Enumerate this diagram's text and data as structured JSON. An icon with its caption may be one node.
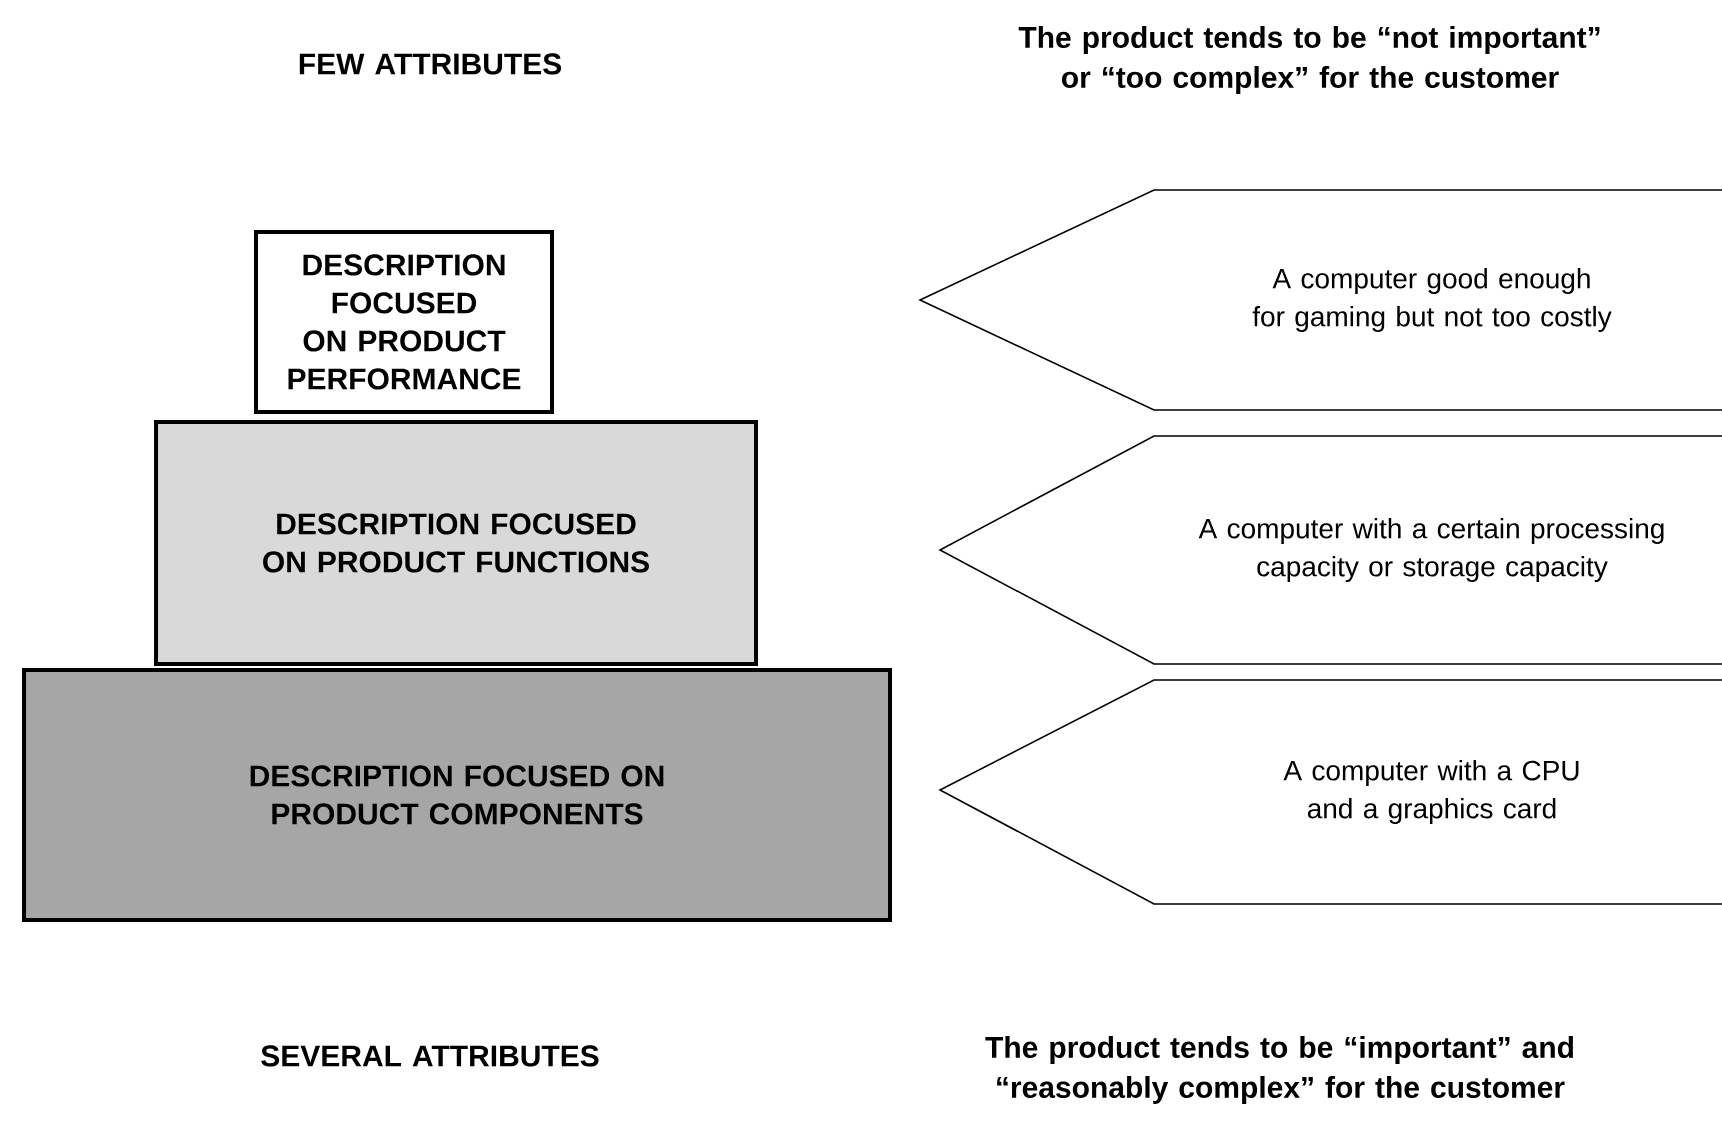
{
  "diagram": {
    "nodes": [
      {
        "text": [
          "DESCRIPTION FOCUSED ON PRODUCT PERFORMANCE"
        ]
      },
      {
        "text": [
          "DESCRIPTION FOCUSED ON PRODUCT FUNCTIONS"
        ]
      },
      {
        "text": [
          "DESCRIPTION FOCUSED ON PRODUCT COMPONENTS"
        ]
      },
      {
        "text": [
          "A computer good enough for gaming but not too costly"
        ]
      },
      {
        "text": [
          "A computer with a certain processing capacity or storage capacity"
        ]
      },
      {
        "text": [
          "A computer with a CPU and a graphics card"
        ]
      }
    ],
    "labels": [
      "FEW ATTRIBUTES",
      "The product tends to be “not important” or “too complex” for the customer",
      "SEVERAL ATTRIBUTES",
      "The product tends to be “important” and “reasonably complex” for the customer"
    ]
  }
}
